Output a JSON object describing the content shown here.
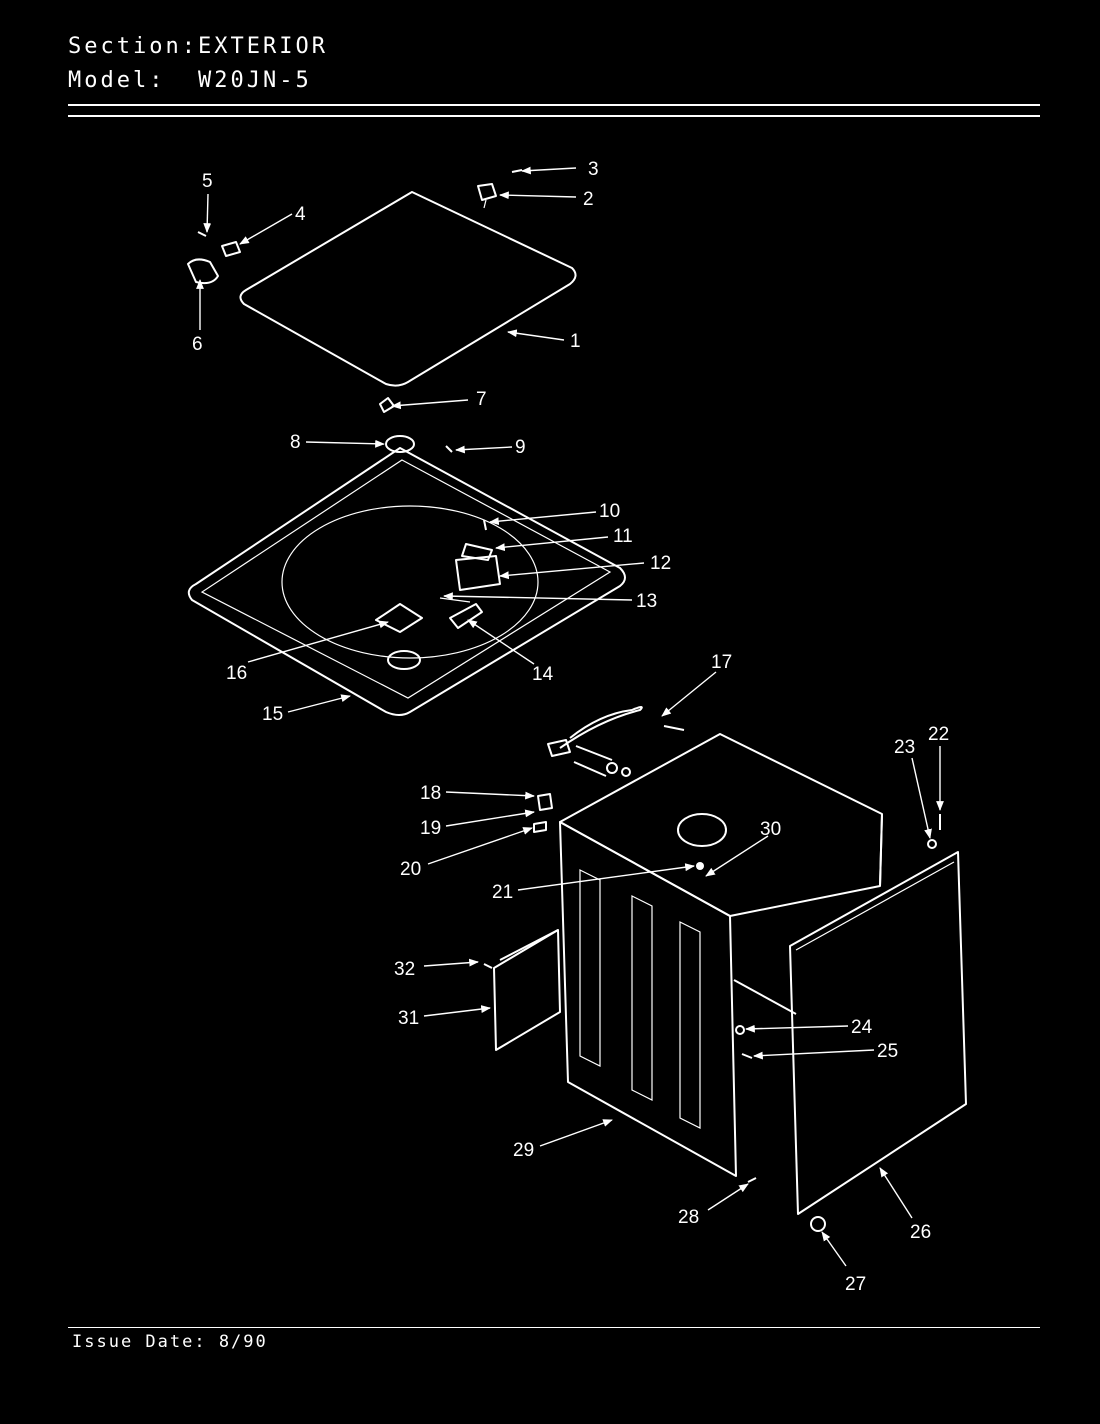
{
  "header": {
    "section_label": "Section:",
    "section_value": "EXTERIOR",
    "model_label": "Model:",
    "model_value": "W20JN-5"
  },
  "footer": {
    "issue_date": "Issue Date: 8/90"
  },
  "callouts": [
    "1",
    "2",
    "3",
    "4",
    "5",
    "6",
    "7",
    "8",
    "9",
    "10",
    "11",
    "12",
    "13",
    "14",
    "15",
    "16",
    "17",
    "18",
    "19",
    "20",
    "21",
    "22",
    "23",
    "24",
    "25",
    "26",
    "27",
    "28",
    "29",
    "30",
    "31",
    "32"
  ]
}
